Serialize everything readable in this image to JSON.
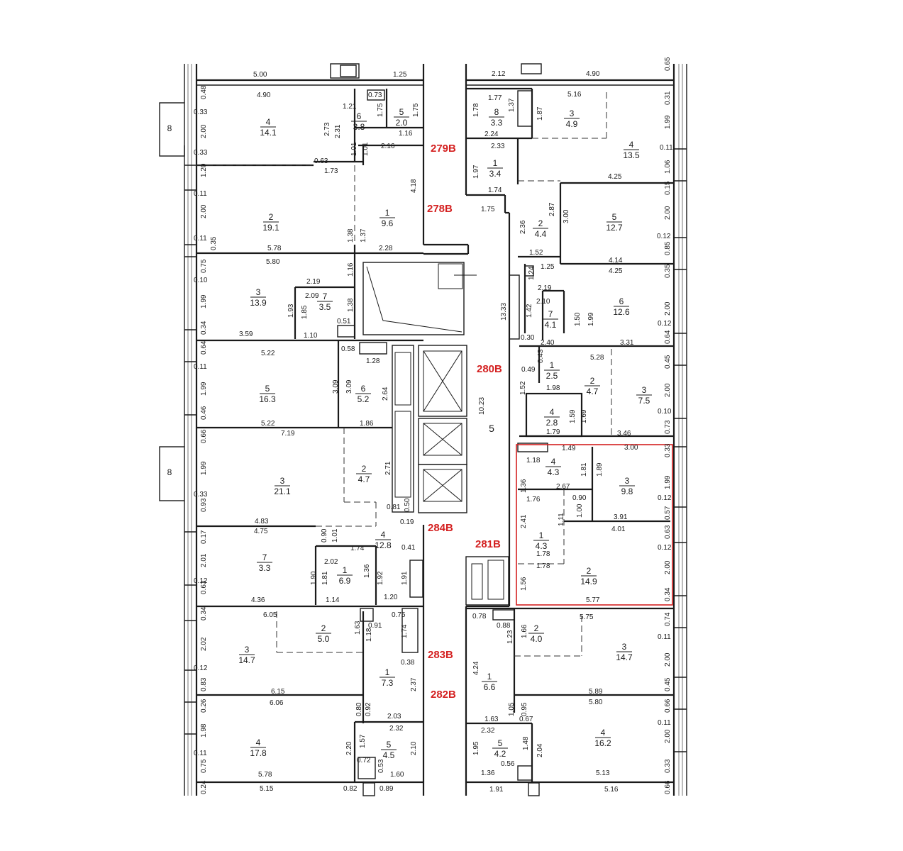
{
  "flats": [
    "279В",
    "278В",
    "280В",
    "284В",
    "281В",
    "283В",
    "282В"
  ],
  "exterior": [
    "8",
    "8"
  ],
  "corridor": {
    "num": "5",
    "len1": "13.33",
    "len2": "10.23"
  },
  "rooms": [
    {
      "n": "4",
      "a": "14.1"
    },
    {
      "n": "6",
      "a": "3.8"
    },
    {
      "n": "5",
      "a": "2.0"
    },
    {
      "n": "2",
      "a": "19.1"
    },
    {
      "n": "1",
      "a": "9.6"
    },
    {
      "n": "3",
      "a": "13.9"
    },
    {
      "n": "7",
      "a": "3.5"
    },
    {
      "n": "5",
      "a": "16.3"
    },
    {
      "n": "6",
      "a": "5.2"
    },
    {
      "n": "3",
      "a": "21.1"
    },
    {
      "n": "2",
      "a": "4.7"
    },
    {
      "n": "4",
      "a": "12.8"
    },
    {
      "n": "7",
      "a": "3.3"
    },
    {
      "n": "1",
      "a": "6.9"
    },
    {
      "n": "3",
      "a": "14.7"
    },
    {
      "n": "2",
      "a": "5.0"
    },
    {
      "n": "1",
      "a": "7.3"
    },
    {
      "n": "4",
      "a": "17.8"
    },
    {
      "n": "5",
      "a": "4.5"
    },
    {
      "n": "8",
      "a": "3.3"
    },
    {
      "n": "3",
      "a": "4.9"
    },
    {
      "n": "4",
      "a": "13.5"
    },
    {
      "n": "1",
      "a": "3.4"
    },
    {
      "n": "2",
      "a": "4.4"
    },
    {
      "n": "5",
      "a": "12.7"
    },
    {
      "n": "7",
      "a": "4.1"
    },
    {
      "n": "6",
      "a": "12.6"
    },
    {
      "n": "1",
      "a": "2.5"
    },
    {
      "n": "2",
      "a": "4.7"
    },
    {
      "n": "3",
      "a": "7.5"
    },
    {
      "n": "4",
      "a": "2.8"
    },
    {
      "n": "4",
      "a": "4.3"
    },
    {
      "n": "3",
      "a": "9.8"
    },
    {
      "n": "1",
      "a": "4.3"
    },
    {
      "n": "2",
      "a": "14.9"
    },
    {
      "n": "2",
      "a": "4.0"
    },
    {
      "n": "3",
      "a": "14.7"
    },
    {
      "n": "1",
      "a": "6.6"
    },
    {
      "n": "4",
      "a": "16.2"
    },
    {
      "n": "5",
      "a": "4.2"
    }
  ],
  "dims": [
    "5.00",
    "1.25",
    "2.12",
    "4.90",
    "0.65",
    "4.90",
    "0.73",
    "0.48",
    "0.33",
    "2.00",
    "0.33",
    "1.21",
    "1.75",
    "1.75",
    "2.73",
    "2.31",
    "1.16",
    "1.01",
    "1.01",
    "2.16",
    "0.63",
    "1.73",
    "1.20",
    "4.18",
    "0.11",
    "2.00",
    "0.11",
    "0.35",
    "1.38",
    "1.37",
    "5.78",
    "2.28",
    "5.80",
    "0.75",
    "0.10",
    "1.99",
    "0.34",
    "1.16",
    "2.19",
    "2.09",
    "1.93",
    "1.85",
    "1.38",
    "3.59",
    "1.10",
    "0.51",
    "0.64",
    "5.22",
    "0.58",
    "1.28",
    "0.11",
    "1.99",
    "0.46",
    "3.09",
    "3.09",
    "2.64",
    "5.22",
    "7.19",
    "1.86",
    "0.66",
    "1.99",
    "0.33",
    "2.71",
    "0.93",
    "0.81",
    "0.50",
    "0.19",
    "4.83",
    "4.75",
    "0.17",
    "2.01",
    "0.12",
    "0.63",
    "0.90",
    "1.01",
    "1.74",
    "2.02",
    "1.90",
    "1.81",
    "1.36",
    "1.92",
    "1.91",
    "0.41",
    "4.36",
    "1.14",
    "1.20",
    "0.34",
    "6.05",
    "0.91",
    "0.75",
    "1.63",
    "1.18",
    "1.74",
    "2.02",
    "0.12",
    "0.38",
    "0.83",
    "2.37",
    "6.15",
    "6.06",
    "0.26",
    "0.80",
    "0.92",
    "2.03",
    "2.32",
    "1.98",
    "0.11",
    "0.75",
    "2.20",
    "1.57",
    "0.72",
    "0.53",
    "2.10",
    "5.78",
    "1.60",
    "0.24",
    "5.15",
    "0.82",
    "0.89",
    "1.77",
    "1.37",
    "1.78",
    "1.87",
    "5.16",
    "0.31",
    "2.24",
    "2.33",
    "1.99",
    "0.11",
    "1.97",
    "1.06",
    "4.25",
    "1.74",
    "1.75",
    "0.15",
    "2.87",
    "2.36",
    "3.00",
    "2.00",
    "0.12",
    "0.85",
    "1.52",
    "1.25",
    "4.14",
    "4.25",
    "0.35",
    "1.24",
    "2.19",
    "2.10",
    "1.42",
    "1.50",
    "1.99",
    "2.00",
    "0.12",
    "0.64",
    "0.30",
    "2.40",
    "3.31",
    "0.43",
    "5.28",
    "0.45",
    "0.49",
    "1.52",
    "1.98",
    "2.00",
    "1.59",
    "1.69",
    "0.10",
    "1.79",
    "3.46",
    "0.73",
    "1.49",
    "3.00",
    "0.33",
    "1.18",
    "1.36",
    "1.81",
    "1.89",
    "2.67",
    "1.99",
    "1.76",
    "0.90",
    "0.12",
    "1.11",
    "1.00",
    "3.91",
    "0.57",
    "4.01",
    "2.41",
    "0.63",
    "1.78",
    "1.78",
    "0.12",
    "2.00",
    "1.56",
    "0.34",
    "5.77",
    "0.78",
    "0.88",
    "1.66",
    "5.75",
    "0.74",
    "1.23",
    "0.11",
    "4.24",
    "2.00",
    "5.89",
    "0.45",
    "5.80",
    "1.05",
    "0.95",
    "0.66",
    "1.63",
    "0.67",
    "0.11",
    "2.32",
    "1.95",
    "1.48",
    "2.04",
    "2.00",
    "1.36",
    "0.56",
    "5.13",
    "0.33",
    "1.91",
    "5.16",
    "0.66"
  ]
}
